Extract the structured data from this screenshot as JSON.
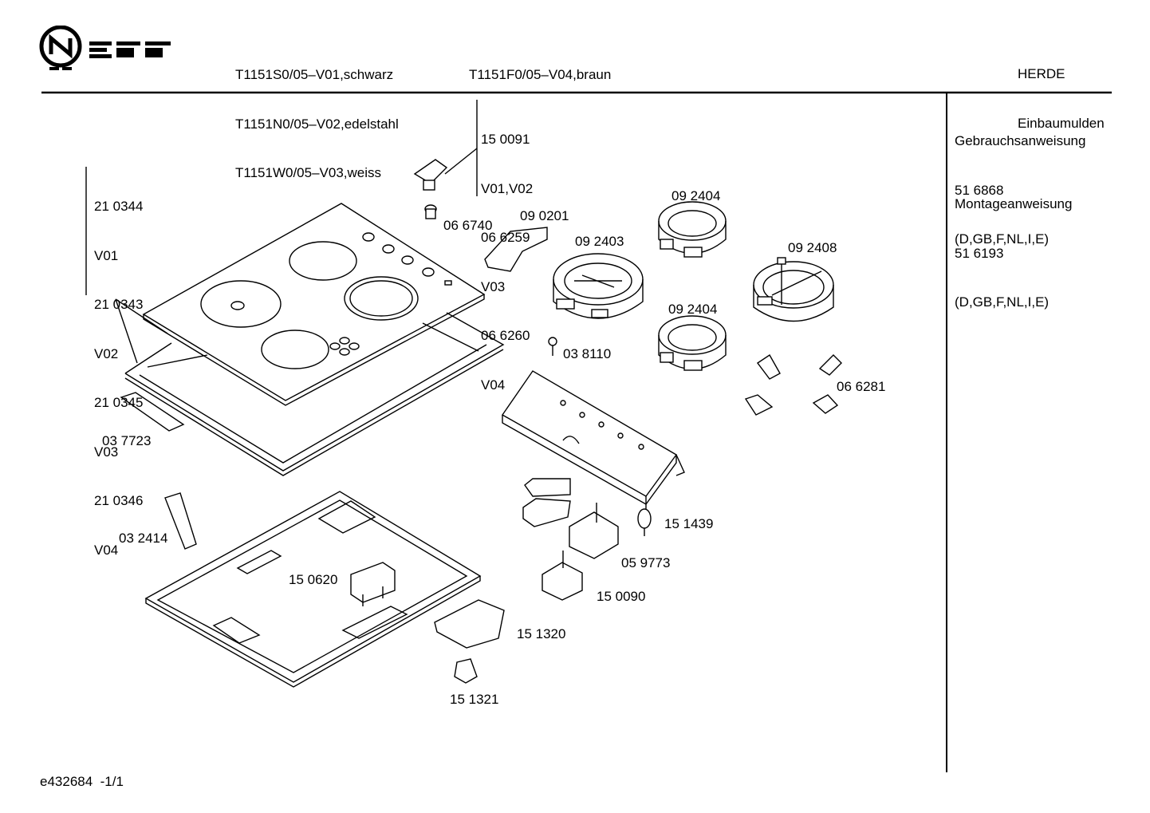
{
  "logo": {
    "text": "NEFF"
  },
  "header": {
    "models_left": [
      "T1151S0/05–V01,schwarz",
      "T1151N0/05–V02,edelstahl",
      "T1151W0/05–V03,weiss"
    ],
    "models_right": [
      "T1151F0/05–V04,braun"
    ],
    "category": [
      "HERDE",
      "Einbaumulden"
    ]
  },
  "sidebar": {
    "docs": [
      {
        "title": "Gebrauchsanweisung",
        "number": "51 6868",
        "langs": "(D,GB,F,NL,I,E)"
      },
      {
        "title": "Montageanweisung",
        "number": "51 6193",
        "langs": "(D,GB,F,NL,I,E)"
      }
    ]
  },
  "parts": {
    "knob_group": [
      "15 0091",
      "V01,V02",
      "06 6259",
      "V03",
      "06 6260",
      "V04"
    ],
    "glass_group": [
      "21 0344",
      "V01",
      "21 0343",
      "V02",
      "21 0345",
      "V03",
      "21 0346",
      "V04"
    ],
    "p066740": "06 6740",
    "p090201": "09 0201",
    "p092404a": "09 2404",
    "p092403": "09 2403",
    "p092408": "09 2408",
    "p092404b": "09 2404",
    "p038110": "03 8110",
    "p066281": "06 6281",
    "p037723": "03 7723",
    "p032414": "03 2414",
    "p150620": "15 0620",
    "p151439": "15 1439",
    "p059773": "05 9773",
    "p150090": "15 0090",
    "p151320": "15 1320",
    "p151321": "15 1321"
  },
  "footer": {
    "drawing_id": "e432684  -1/1"
  }
}
